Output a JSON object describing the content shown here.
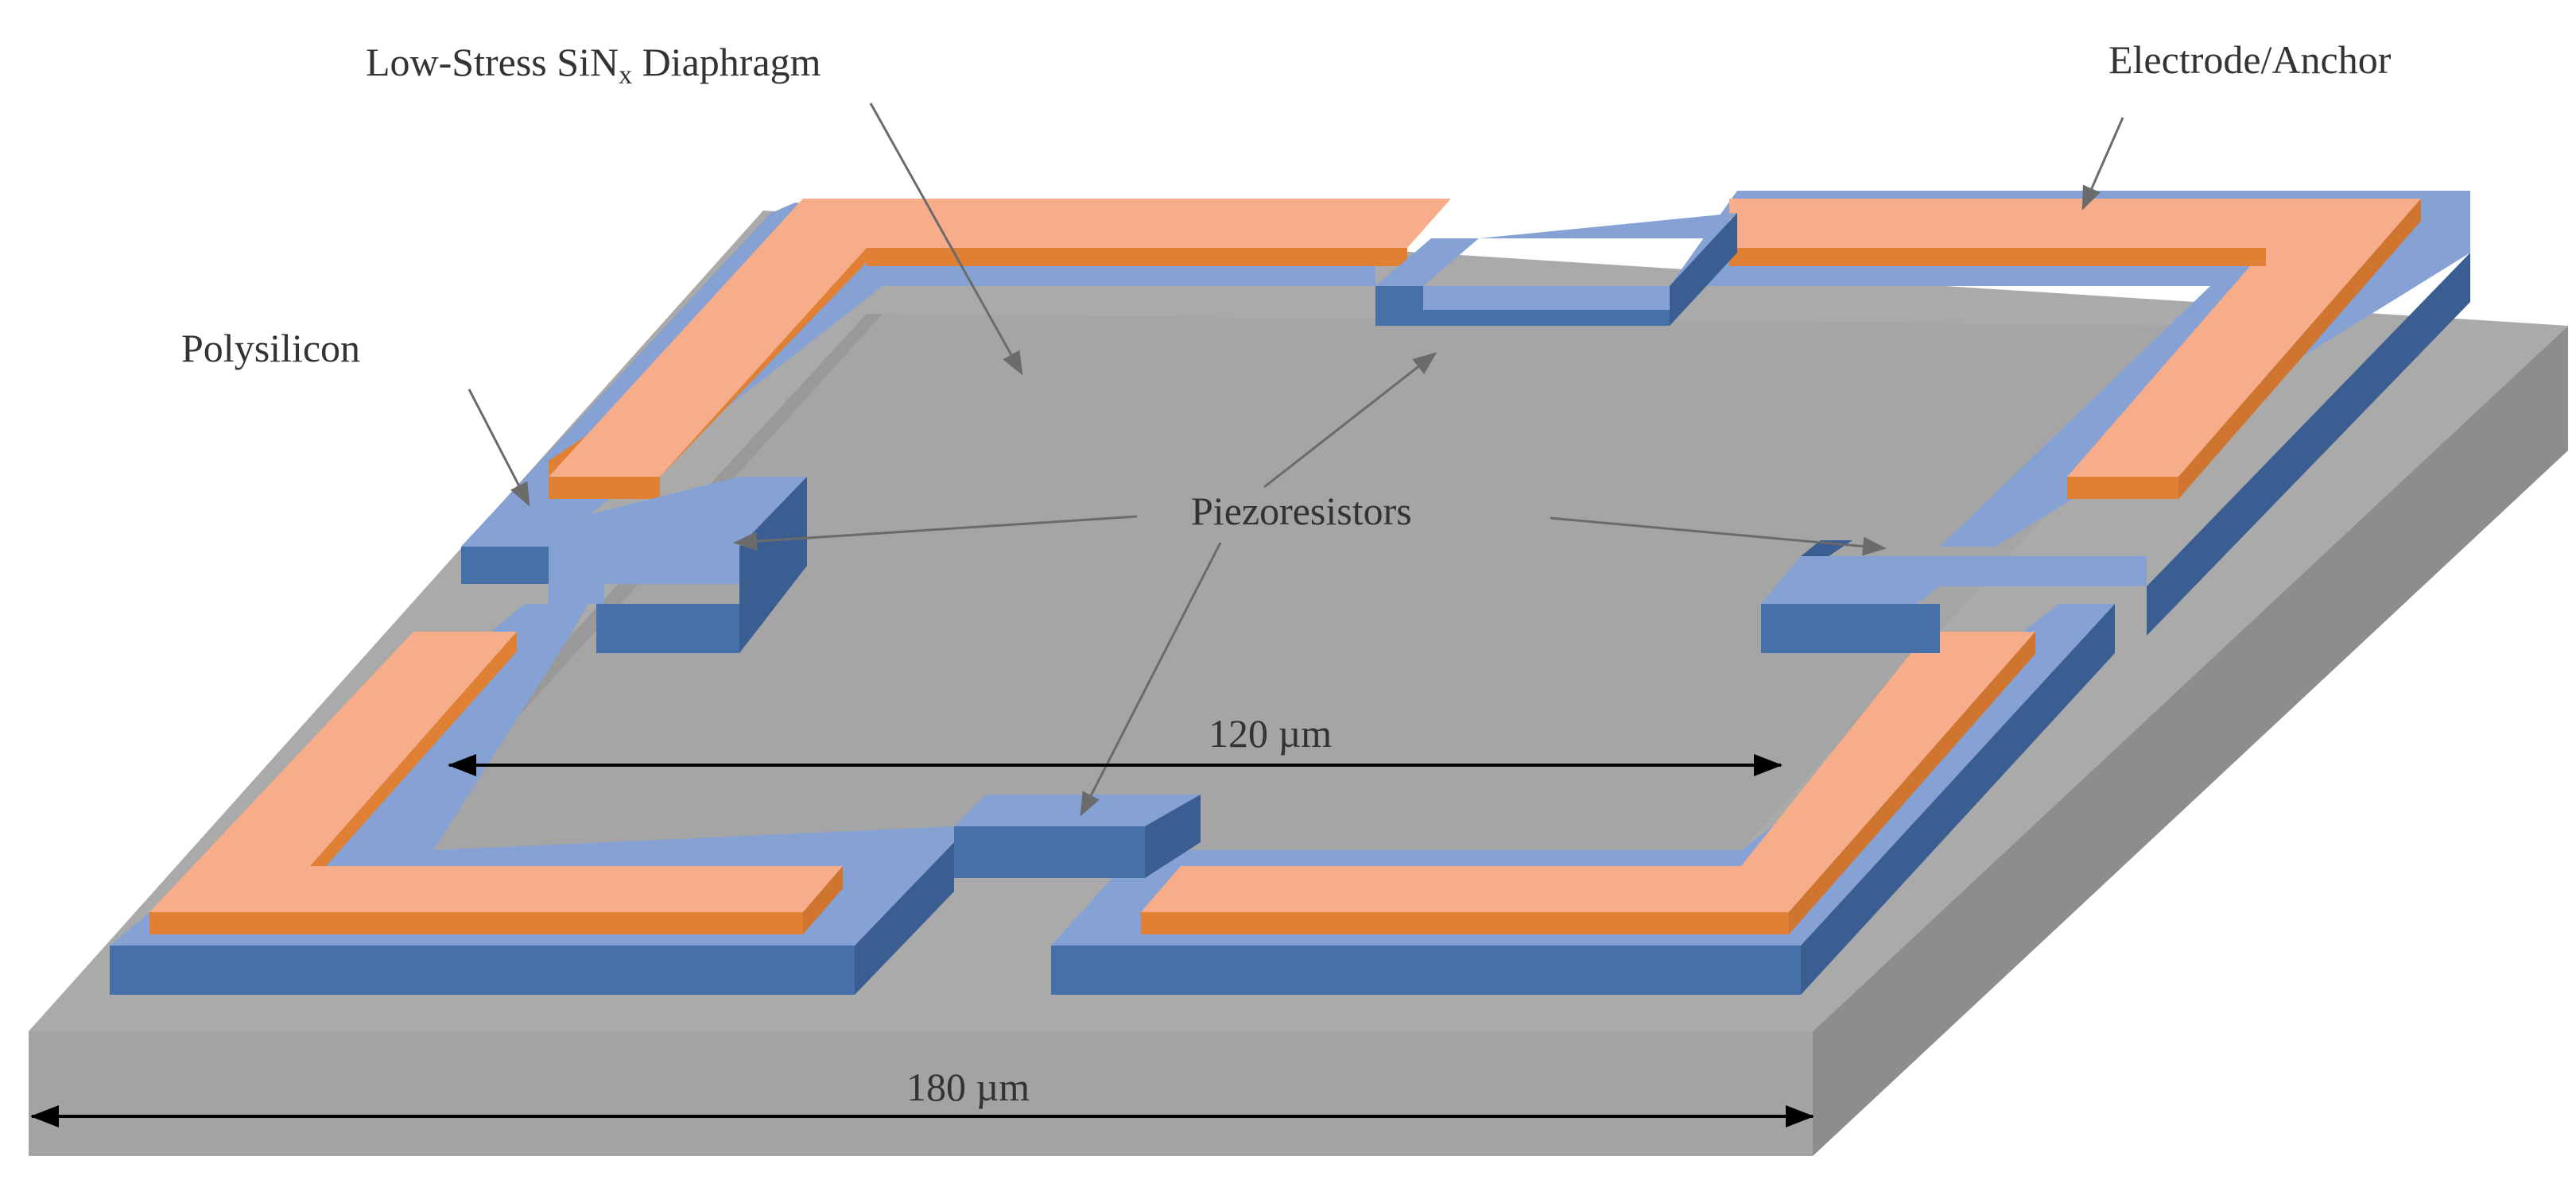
{
  "labels": {
    "diaphragm_main": "Low-Stress SiN",
    "diaphragm_sub": "x",
    "diaphragm_tail": " Diaphragm",
    "electrode": "Electrode/Anchor",
    "polysilicon": "Polysilicon",
    "piezoresistors": "Piezoresistors",
    "inner_dim": "120 µm",
    "outer_dim": "180 µm"
  },
  "colors": {
    "substrate_top": "#aaaaaa",
    "substrate_front": "#a3a3a3",
    "substrate_side": "#8d8d8d",
    "poly_top": "#86a1d4",
    "poly_front": "#4670a8",
    "poly_side": "#3a5e91",
    "electrode_top": "#f7ad89",
    "electrode_side": "#df8035",
    "arrow": "#6b6b6b"
  }
}
